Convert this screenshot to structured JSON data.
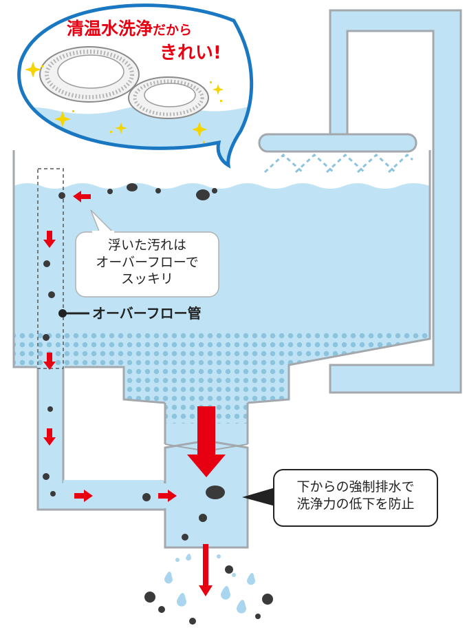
{
  "headline": {
    "line1_main": "清温水洗浄",
    "line1_small": "だから",
    "line2": "きれい!"
  },
  "callout_overflow": {
    "line1": "浮いた汚れは",
    "line2": "オーバーフローで",
    "line3": "スッキリ"
  },
  "overflow_pipe_label": "オーバーフロー管",
  "callout_drain": {
    "line1": "下からの強制排水で",
    "line2": "洗浄力の低下を防止"
  },
  "colors": {
    "water": "#bfe3f5",
    "pipe_outline": "#a3a8ad",
    "arrow": "#e60012",
    "bubble_border": "#1a78c2",
    "headline": "#e60012",
    "sparkle": "#f5d400",
    "dirt": "#3a3a3a"
  }
}
